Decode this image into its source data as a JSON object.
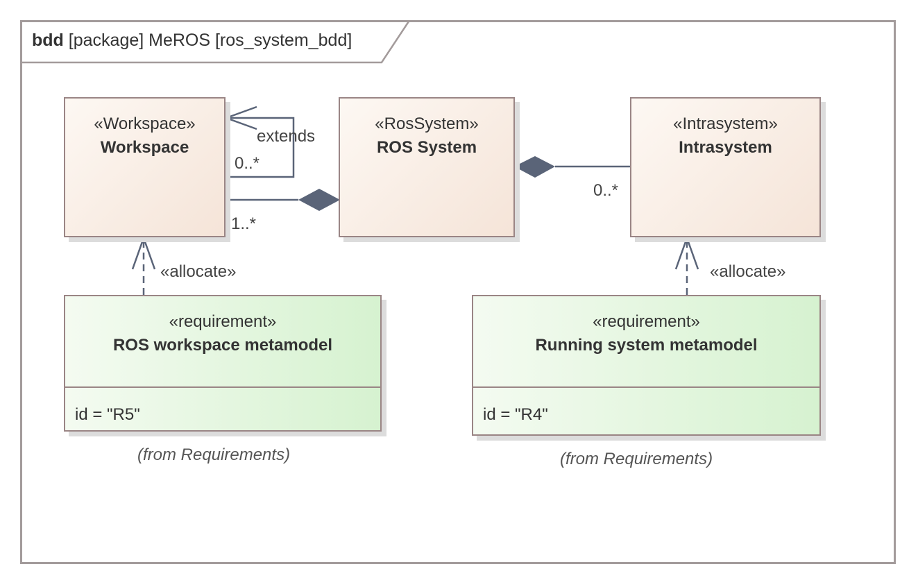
{
  "frame": {
    "kind": "bdd",
    "title": "[package] MeROS [ros_system_bdd]"
  },
  "blocks": {
    "workspace": {
      "stereotype": "«Workspace»",
      "name": "Workspace"
    },
    "ros_system": {
      "stereotype": "«RosSystem»",
      "name": "ROS System"
    },
    "intrasystem": {
      "stereotype": "«Intrasystem»",
      "name": "Intrasystem"
    }
  },
  "requirements": {
    "r5": {
      "stereotype": "«requirement»",
      "name": "ROS workspace metamodel",
      "attribute": "id = \"R5\"",
      "origin": "(from Requirements)"
    },
    "r4": {
      "stereotype": "«requirement»",
      "name": "Running system metamodel",
      "attribute": "id = \"R4\"",
      "origin": "(from Requirements)"
    }
  },
  "relations": {
    "extends_label": "extends",
    "extends_multiplicity": "0..*",
    "workspace_composition_multiplicity": "1..*",
    "intrasystem_composition_multiplicity": "0..*",
    "allocate_left": "«allocate»",
    "allocate_right": "«allocate»"
  },
  "colors": {
    "line": "#5a6478",
    "diamond": "#5a6478",
    "block_border": "#9a8585",
    "frame_border": "#a39b9b",
    "block_fill": "#f5e4d8",
    "requirement_fill": "#d6f2d0"
  }
}
